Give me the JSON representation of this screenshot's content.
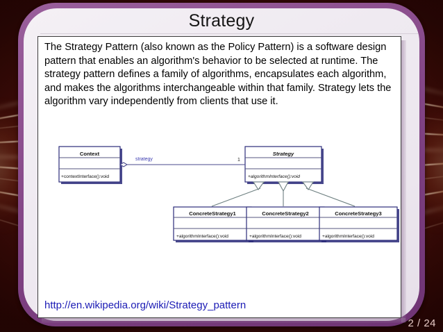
{
  "slide": {
    "title": "Strategy",
    "page_indicator": "2 / 24",
    "body_text": "The Strategy Pattern (also known as the Policy Pattern) is a software design pattern that enables an algorithm's behavior to be selected at runtime. The strategy pattern defines a family of algorithms, encapsulates each algorithm, and makes the algorithms interchangeable within that family. Strategy lets the algorithm vary independently from clients that use it.",
    "source_url": "http://en.wikipedia.org/wiki/Strategy_pattern"
  },
  "theme": {
    "frame_purple": "#8e5190",
    "frame_interior": "#efeaf1",
    "backdrop_maroon": "#4a0f09",
    "link_blue": "#1b1bb5",
    "uml_border": "#2c2c7a",
    "uml_line": "#4a4a8c"
  },
  "diagram": {
    "type": "uml-class-diagram",
    "classes": [
      {
        "id": "context",
        "name": "Context",
        "abstract": false,
        "attributes": [],
        "operations": [
          "+contextInterface():void"
        ]
      },
      {
        "id": "strategy",
        "name": "Strategy",
        "abstract": true,
        "attributes": [],
        "operations": [
          "+algorithmInterface():void"
        ]
      },
      {
        "id": "concrete1",
        "name": "ConcreteStrategy1",
        "abstract": false,
        "attributes": [],
        "operations": [
          "+algorithmInterface():void"
        ]
      },
      {
        "id": "concrete2",
        "name": "ConcreteStrategy2",
        "abstract": false,
        "attributes": [],
        "operations": [
          "+algorithmInterface():void"
        ]
      },
      {
        "id": "concrete3",
        "name": "ConcreteStrategy3",
        "abstract": false,
        "attributes": [],
        "operations": [
          "+algorithmInterface():void"
        ]
      }
    ],
    "associations": [
      {
        "from": "context",
        "to": "strategy",
        "kind": "aggregation",
        "role_label": "strategy",
        "target_multiplicity": "1"
      }
    ],
    "generalizations": [
      {
        "from": "concrete1",
        "to": "strategy"
      },
      {
        "from": "concrete2",
        "to": "strategy"
      },
      {
        "from": "concrete3",
        "to": "strategy"
      }
    ]
  }
}
